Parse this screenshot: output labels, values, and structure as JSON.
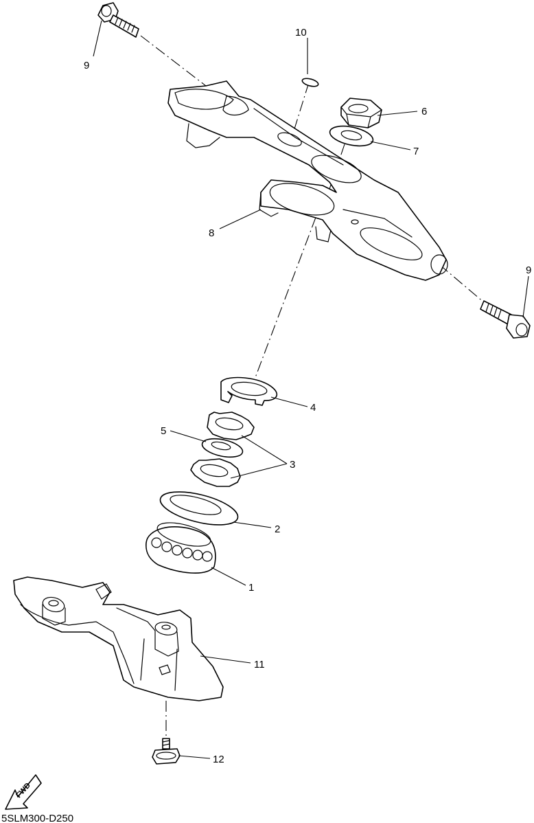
{
  "callouts": {
    "c1": "1",
    "c2": "2",
    "c3": "3",
    "c4": "4",
    "c5": "5",
    "c6": "6",
    "c7": "7",
    "c8": "8",
    "c9a": "9",
    "c9b": "9",
    "c10": "10",
    "c11": "11",
    "c12": "12"
  },
  "fwd_label": "FWD",
  "diagram_code": "5SLM300-D250"
}
